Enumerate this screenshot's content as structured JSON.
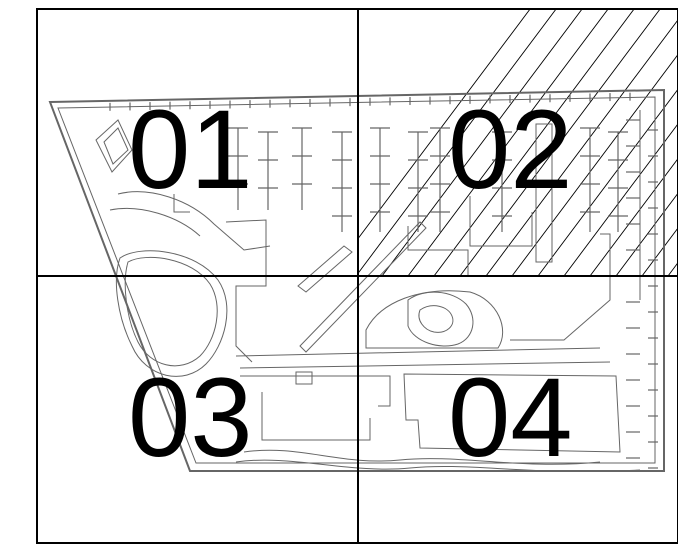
{
  "sheet_index": {
    "tiles": [
      {
        "id": "tile-01",
        "label": "01",
        "hatched": false
      },
      {
        "id": "tile-02",
        "label": "02",
        "hatched": true
      },
      {
        "id": "tile-03",
        "label": "03",
        "hatched": false
      },
      {
        "id": "tile-04",
        "label": "04",
        "hatched": false
      }
    ]
  },
  "colors": {
    "line": "#000000",
    "plan": "#666666",
    "background": "#ffffff"
  }
}
